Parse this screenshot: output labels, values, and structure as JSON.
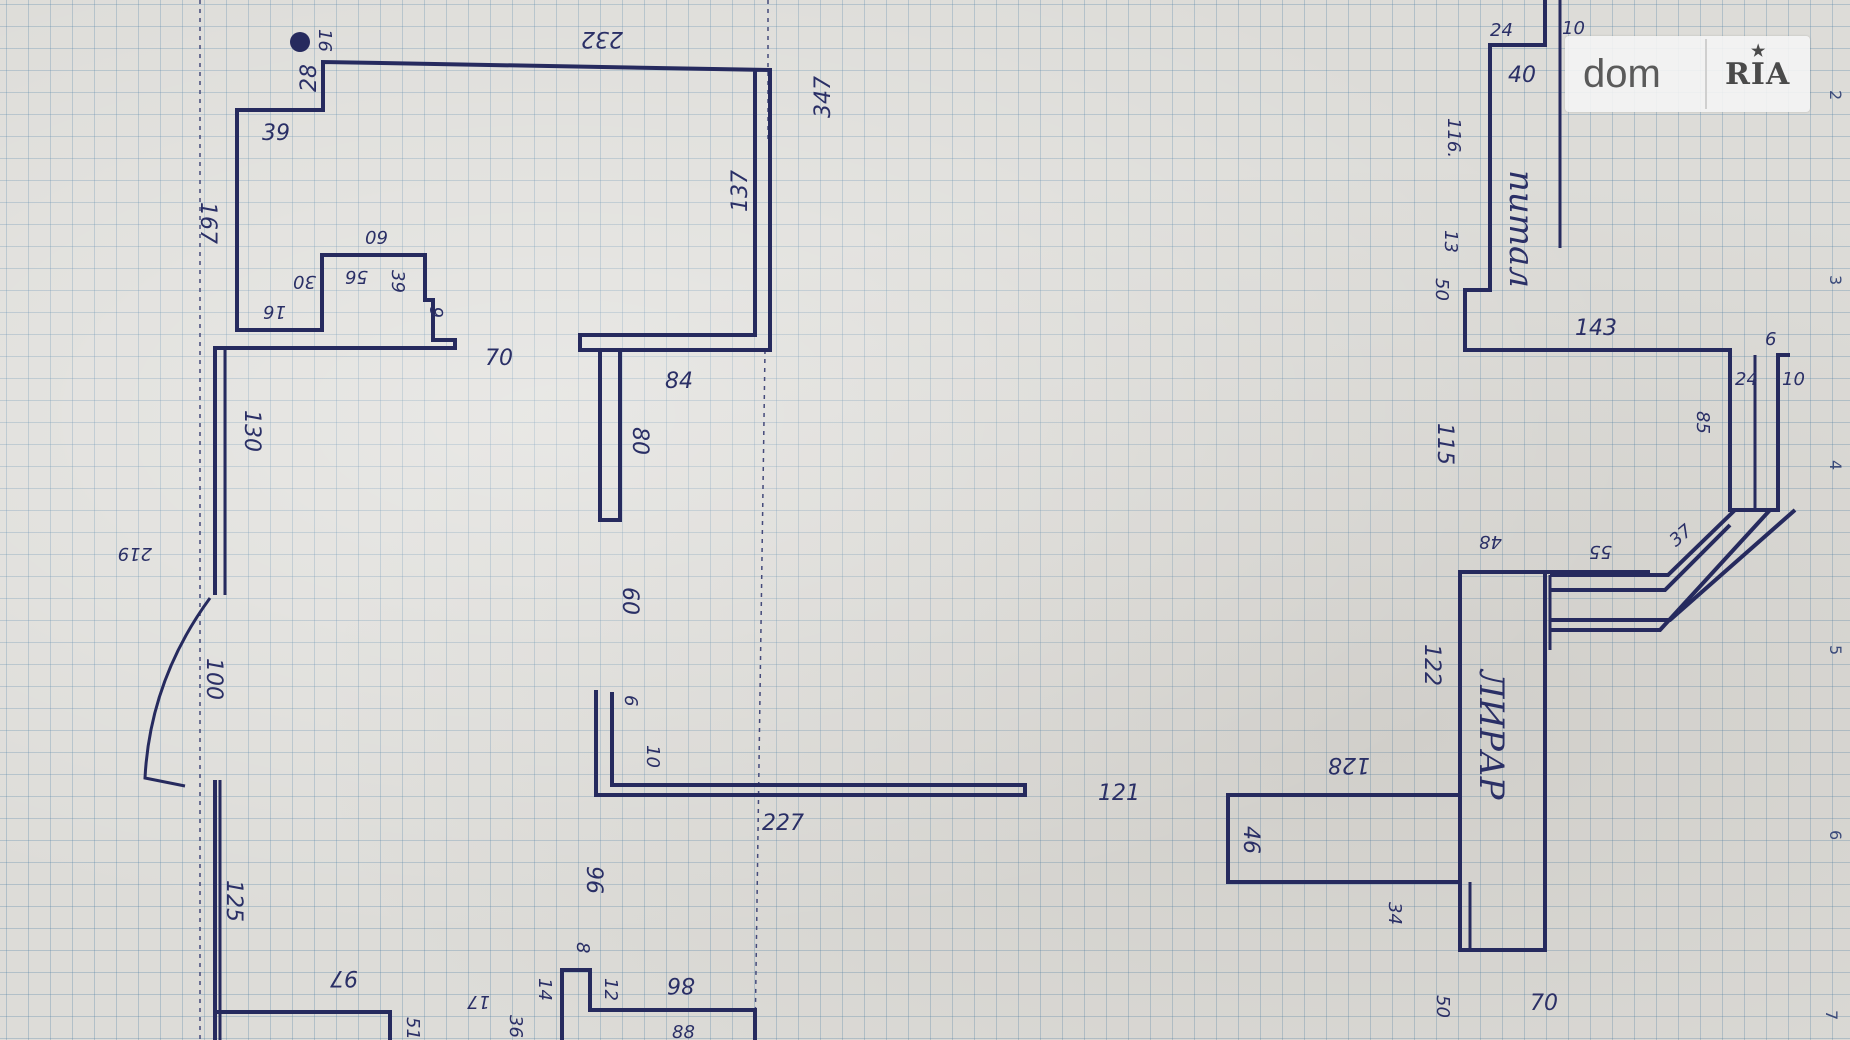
{
  "watermark": {
    "left": "dom",
    "right": "RIA",
    "star": "★"
  },
  "room_labels": {
    "bath": "питал",
    "kitchen": "ЛИРАР"
  },
  "dimensions": {
    "d232": "232",
    "d16": "16",
    "d28": "28",
    "d39": "39",
    "d347": "347",
    "d137": "137",
    "d167": "167",
    "d60": "60",
    "d56": "56",
    "d39b": "39",
    "d16b": "16",
    "d30": "30",
    "d6": "6",
    "d70": "70",
    "d84": "84",
    "d130": "130",
    "d80": "80",
    "d219": "219",
    "d60b": "60",
    "d100": "100",
    "d6b": "6",
    "d10": "10",
    "d227": "227",
    "d121": "121",
    "d125": "125",
    "d96": "96",
    "d97": "97",
    "d86": "86",
    "d17": "17",
    "d14": "14",
    "d12": "12",
    "d8": "8",
    "d24": "24",
    "d10b": "10",
    "d40": "40",
    "d116": "116.",
    "d13": "13",
    "d50": "50",
    "d143": "143",
    "d6c": "6",
    "d24b": "24",
    "d10c": "10",
    "d85": "85",
    "d115": "115",
    "d37": "37",
    "d48": "48",
    "d55": "55",
    "d122": "122",
    "d128": "128",
    "d46": "46",
    "d34": "34",
    "d50b": "50",
    "d70b": "70",
    "d51": "51",
    "d36": "36",
    "d88": "88"
  },
  "ruler_marks": [
    "2",
    "3",
    "4",
    "5",
    "6",
    "7"
  ]
}
